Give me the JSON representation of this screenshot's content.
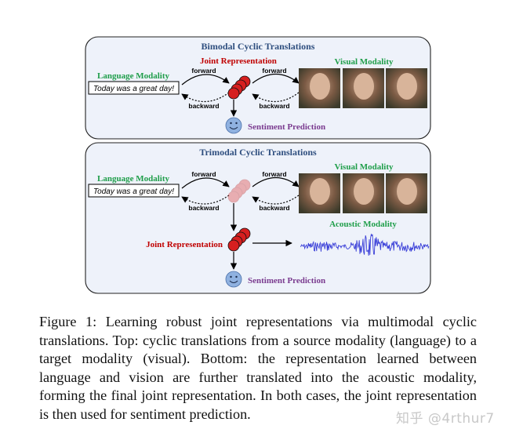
{
  "colors": {
    "panel_bg": "#eef2fa",
    "panel_border": "#222222",
    "panel_title": "#2f4f7f",
    "language": "#1f9e4a",
    "visual": "#1f9e4a",
    "acoustic": "#1f9e4a",
    "joint": "#c00000",
    "sentiment": "#7a3b8f",
    "node_red": "#d61f1f",
    "smiley": "#8fb1e0",
    "waveform": "#3a3fd8"
  },
  "top_panel": {
    "title": "Bimodal Cyclic Translations",
    "language_label": "Language Modality",
    "sentence": "Today was a great day!",
    "joint_label": "Joint Representation",
    "visual_label": "Visual Modality",
    "forward_left": "forward",
    "backward_left": "backward",
    "forward_right": "forward",
    "backward_right": "backward",
    "sentiment_label": "Sentiment Prediction"
  },
  "bottom_panel": {
    "title": "Trimodal Cyclic Translations",
    "language_label": "Language Modality",
    "sentence": "Today was a great day!",
    "visual_label": "Visual Modality",
    "forward_left": "forward",
    "backward_left": "backward",
    "forward_right": "forward",
    "backward_right": "backward",
    "acoustic_label": "Acoustic Modality",
    "joint_label": "Joint Representation",
    "sentiment_label": "Sentiment Prediction"
  },
  "caption": {
    "label": "Figure 1:",
    "text": "Learning robust joint representations via multimodal cyclic translations. Top: cyclic translations from a source modality (language) to a target modality (visual). Bottom: the representation learned between language and vision are further translated into the acoustic modality, forming the final joint representation. In both cases, the joint representation is then used for sentiment prediction."
  },
  "watermark": "知乎 @4rthur7"
}
